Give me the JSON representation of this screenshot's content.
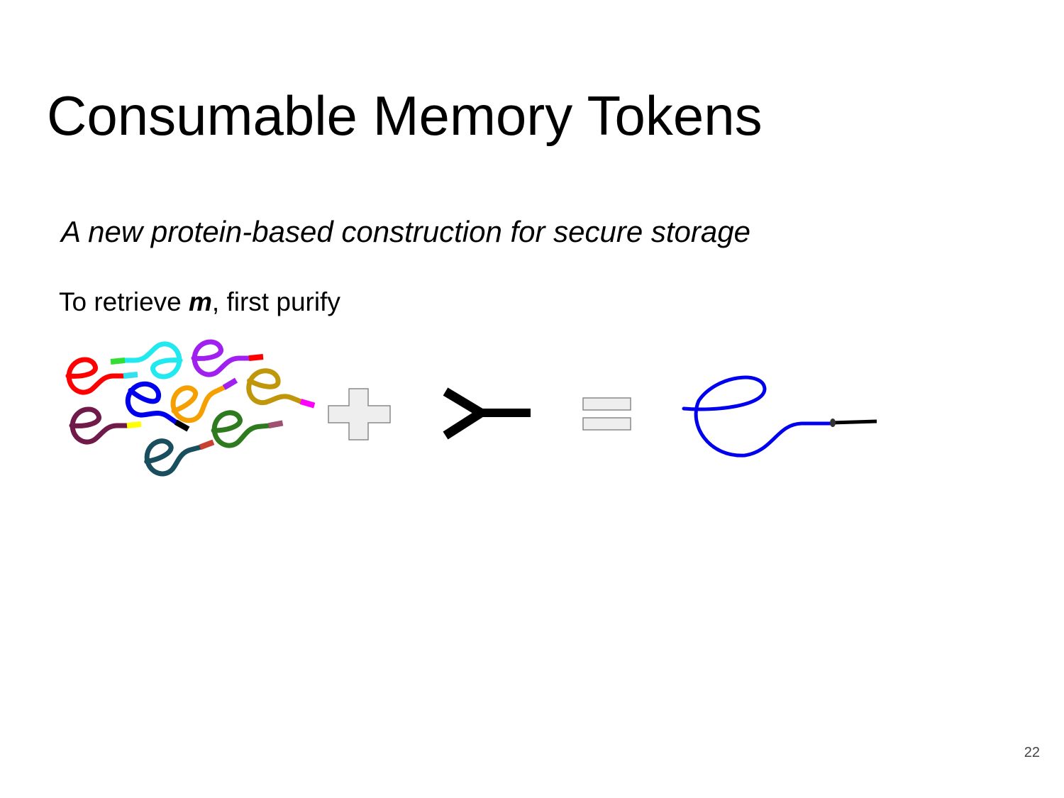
{
  "slide": {
    "title": "Consumable Memory Tokens",
    "subtitle": "A new protein-based construction for secure storage",
    "body_prefix": "To retrieve ",
    "body_var": "m",
    "body_suffix": ", first purify",
    "page_number": "22"
  },
  "diagram": {
    "mixture_icon": "protein-mixture",
    "plus_icon": "plus",
    "antibody_icon": "antibody",
    "equals_icon": "equals",
    "result_icon": "purified-protein",
    "result_color": "#0000ee",
    "mixture_colors": [
      {
        "body": "#ff0000",
        "tag": "#33e0f0"
      },
      {
        "body": "#22e8f0",
        "tag": "#33dd33"
      },
      {
        "body": "#a020f0",
        "tag": "#ff0000"
      },
      {
        "body": "#0000ee",
        "tag": "#000000"
      },
      {
        "body": "#f5a000",
        "tag": "#a020f0"
      },
      {
        "body": "#c0960a",
        "tag": "#ff00ff"
      },
      {
        "body": "#701a4a",
        "tag": "#ffff00"
      },
      {
        "body": "#2e7a1e",
        "tag": "#a05070"
      },
      {
        "body": "#184e5e",
        "tag": "#c84030"
      }
    ]
  }
}
